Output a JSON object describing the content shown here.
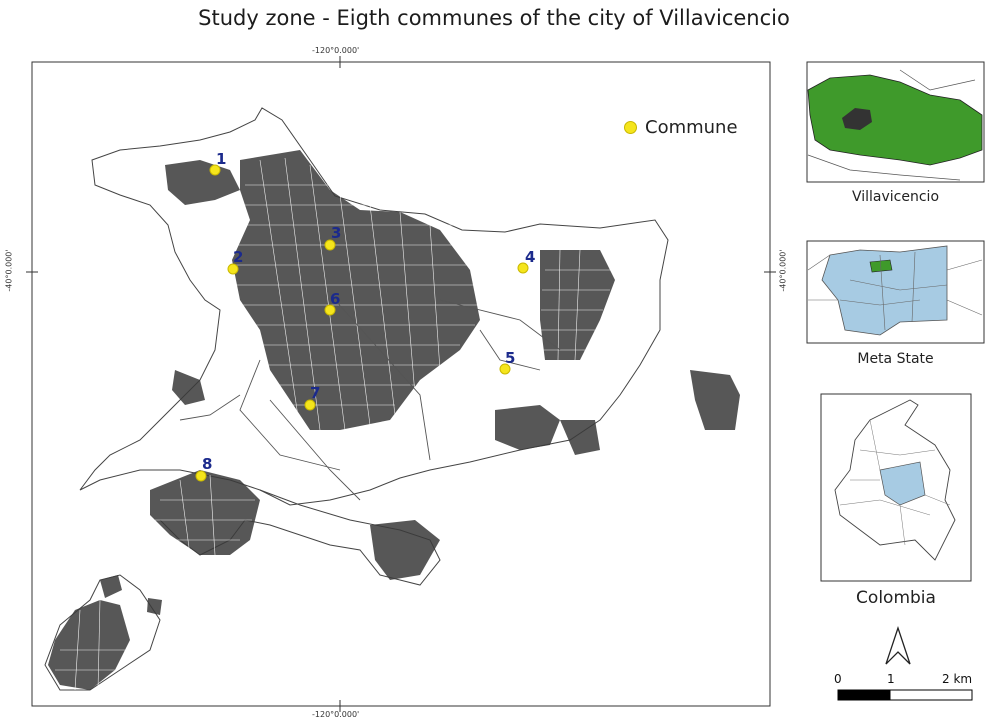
{
  "title": "Study zone - Eigth communes of the city of Villavicencio",
  "coordinates": {
    "top": "-120°0.000'",
    "bottom": "-120°0.000'",
    "left": "-40°0.000'",
    "right": "-40°0.000'"
  },
  "legend": {
    "label": "Commune",
    "color": "#f5e51c"
  },
  "communes": [
    {
      "label": "1"
    },
    {
      "label": "2"
    },
    {
      "label": "3"
    },
    {
      "label": "4"
    },
    {
      "label": "5"
    },
    {
      "label": "6"
    },
    {
      "label": "7"
    },
    {
      "label": "8"
    }
  ],
  "insets": [
    {
      "label": "Villavicencio",
      "fill": "#3f9a2b"
    },
    {
      "label": "Meta State",
      "fill": "#a7cbe3"
    },
    {
      "label": "Colombia",
      "fill": "#a7cbe3"
    }
  ],
  "scale_bar": {
    "ticks": [
      "0",
      "1",
      "2 km"
    ]
  },
  "north_arrow": {
    "label": "N",
    "icon": "north-arrow-icon"
  },
  "colors": {
    "urban": "#3a3a3a",
    "outline": "#333333",
    "point": "#f5e51c",
    "label": "#1b2a8c"
  }
}
